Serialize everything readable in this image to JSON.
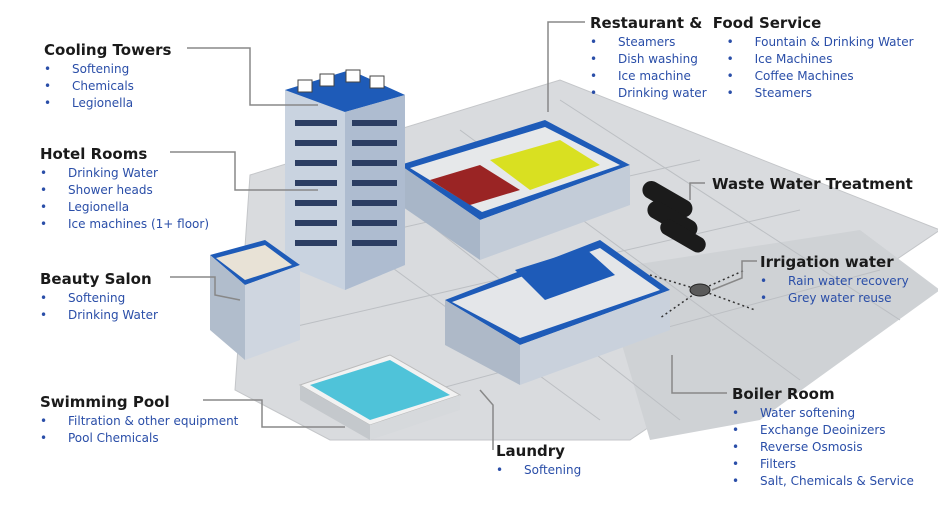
{
  "colors": {
    "heading": "#1a1a1a",
    "item": "#2a4ea8",
    "roof_blue": "#1e5bb8",
    "pool": "#4fc3d9",
    "ground": "#d7d9dc",
    "leader_line": "#888888"
  },
  "labels": {
    "cooling_towers": {
      "title": "Cooling Towers",
      "items": [
        "Softening",
        "Chemicals",
        "Legionella"
      ]
    },
    "hotel_rooms": {
      "title": "Hotel Rooms",
      "items": [
        "Drinking Water",
        "Shower heads",
        "Legionella",
        "Ice machines (1+ floor)"
      ]
    },
    "beauty_salon": {
      "title": "Beauty Salon",
      "items": [
        "Softening",
        "Drinking Water"
      ]
    },
    "swimming_pool": {
      "title": "Swimming Pool",
      "items": [
        "Filtration & other equipment",
        "Pool Chemicals"
      ]
    },
    "restaurant": {
      "title": "Restaurant &  Food Service",
      "items_left": [
        "Steamers",
        "Dish washing",
        "Ice machine",
        "Drinking water"
      ],
      "items_right": [
        "Fountain & Drinking Water",
        "Ice Machines",
        "Coffee Machines",
        "Steamers"
      ]
    },
    "waste_water": {
      "title": "Waste Water Treatment"
    },
    "irrigation": {
      "title": "Irrigation water",
      "items": [
        "Rain water recovery",
        "Grey water reuse"
      ]
    },
    "boiler_room": {
      "title": "Boiler Room",
      "items": [
        "Water softening",
        "Exchange Deoinizers",
        "Reverse Osmosis",
        "Filters",
        "Salt, Chemicals & Service"
      ]
    },
    "laundry": {
      "title": "Laundry",
      "items": [
        "Softening"
      ]
    }
  }
}
